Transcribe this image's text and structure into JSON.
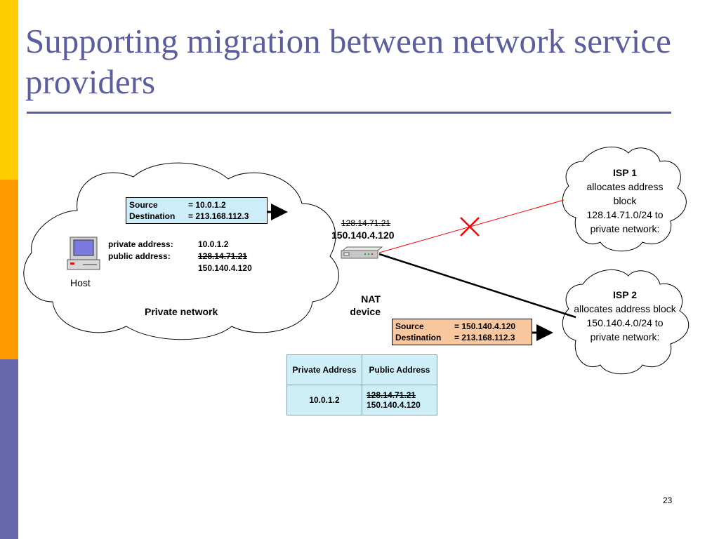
{
  "colors": {
    "title": "#5b5e9e",
    "sidebar_top": "#ffcc00",
    "sidebar_mid": "#ff9900",
    "sidebar_bottom": "#6666aa",
    "private_packet_bg": "#cdeef8",
    "public_packet_bg": "#f9c79e",
    "broken_link": "#ff0000"
  },
  "title": "Supporting migration between network service providers",
  "private_network": {
    "label": "Private network",
    "host_label": "Host",
    "packet": {
      "source_key": "Source",
      "source_value": "= 10.0.1.2",
      "dest_key": "Destination",
      "dest_value": "= 213.168.112.3"
    },
    "addresses": {
      "private_label": "private address:",
      "private_value": "10.0.1.2",
      "public_label": "public address:",
      "public_old": "128.14.71.21",
      "public_new": "150.140.4.120"
    }
  },
  "nat": {
    "old_ip": "128.14.71.21",
    "new_ip": "150.140.4.120",
    "label_line1": "NAT",
    "label_line2": "device"
  },
  "public_packet": {
    "source_key": "Source",
    "source_value": "= 150.140.4.120",
    "dest_key": "Destination",
    "dest_value": "= 213.168.112.3"
  },
  "isp1": {
    "name": "ISP 1",
    "line1": "allocates address",
    "line2": "block",
    "line3": "128.14.71.0/24 to",
    "line4": "private network:"
  },
  "isp2": {
    "name": "ISP 2",
    "line1": "allocates address block",
    "line2": "150.140.4.0/24 to",
    "line3": "private network:"
  },
  "table": {
    "headers": [
      "Private Address",
      "Public Address"
    ],
    "private_value": "10.0.1.2",
    "public_old": "128.14.71.21",
    "public_new": "150.140.4.120"
  },
  "broken_mark": "X",
  "page_number": "23"
}
